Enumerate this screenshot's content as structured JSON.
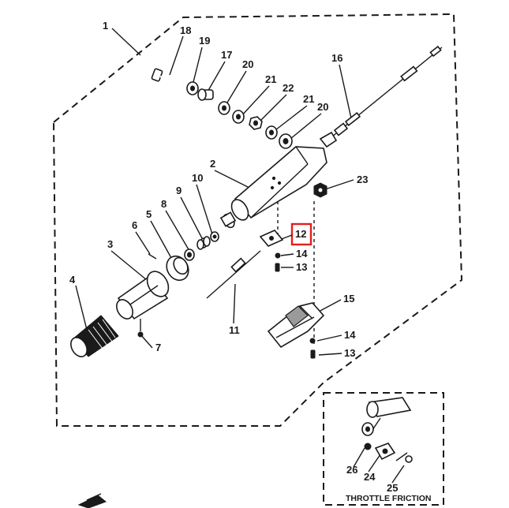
{
  "callouts": {
    "c1": "1",
    "c2": "2",
    "c3": "3",
    "c4": "4",
    "c5": "5",
    "c6": "6",
    "c7": "7",
    "c8": "8",
    "c9": "9",
    "c10": "10",
    "c11": "11",
    "c12": "12",
    "c13a": "13",
    "c13b": "13",
    "c14a": "14",
    "c14b": "14",
    "c15": "15",
    "c16": "16",
    "c17": "17",
    "c18": "18",
    "c19": "19",
    "c20a": "20",
    "c20b": "20",
    "c21a": "21",
    "c21b": "21",
    "c22": "22",
    "c23": "23",
    "c24": "24",
    "c25": "25",
    "c26": "26"
  },
  "inset": {
    "caption": "THROTTLE FRICTION"
  },
  "highlight": {
    "target": "12",
    "color": "#e31d1d"
  }
}
